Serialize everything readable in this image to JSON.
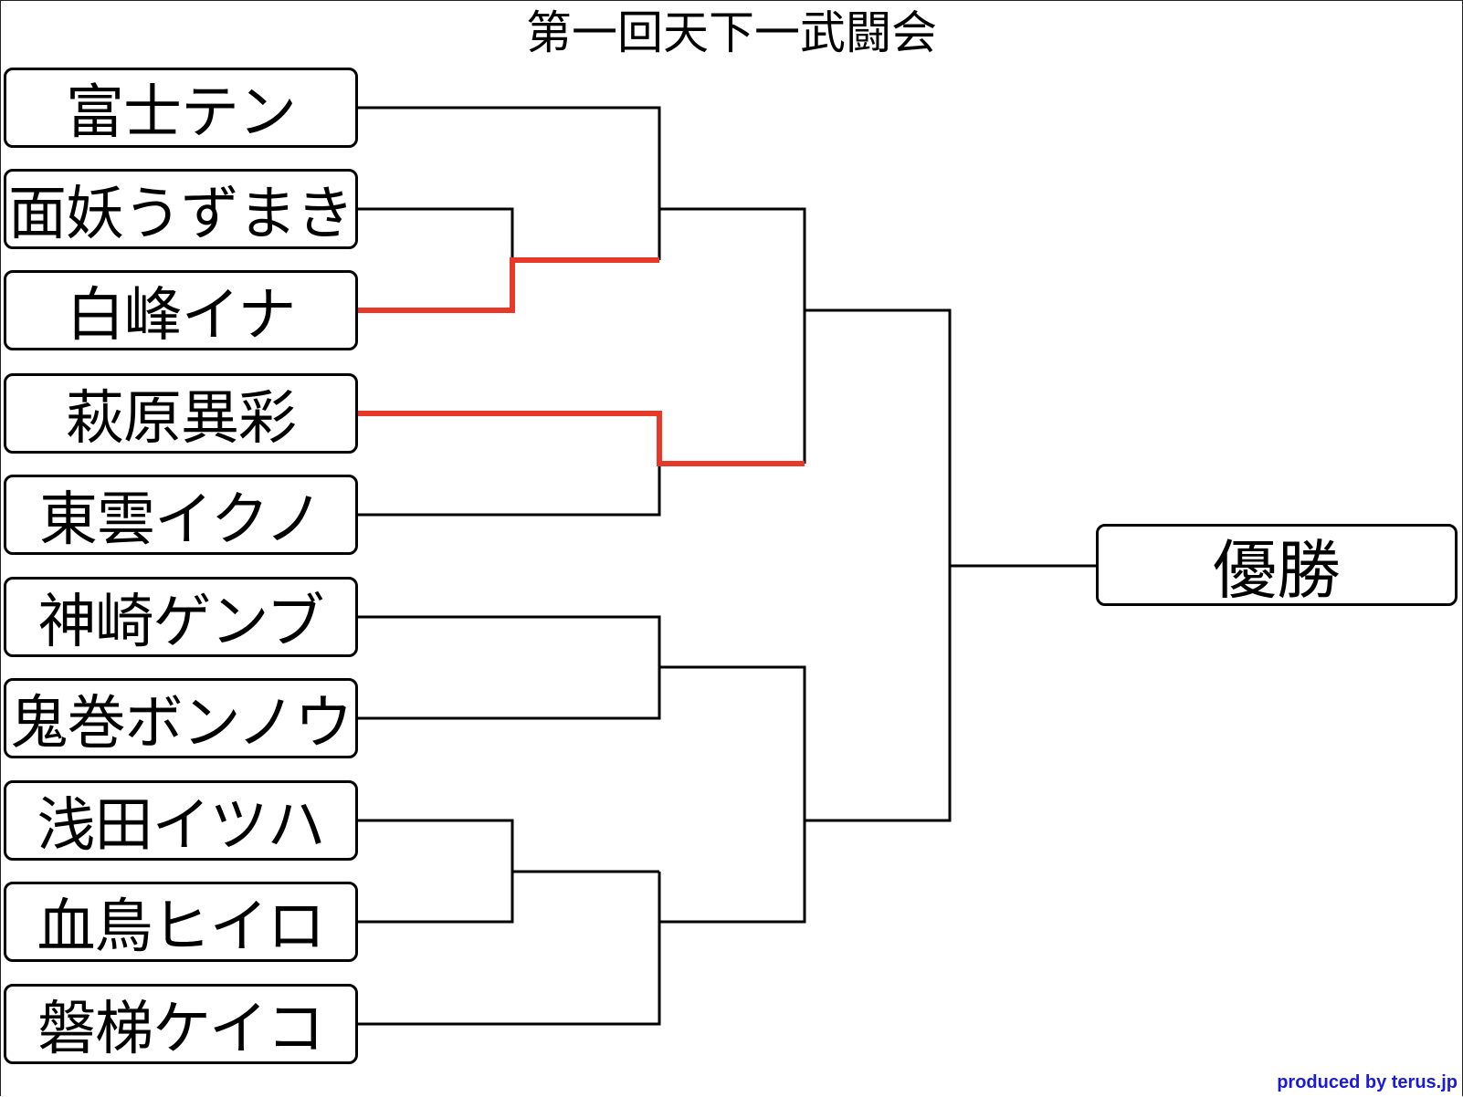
{
  "title": "第一回天下一武闘会",
  "entrants": [
    "富士テン",
    "面妖うずまき",
    "白峰イナ",
    "萩原異彩",
    "東雲イクノ",
    "神崎ゲンブ",
    "鬼巻ボンノウ",
    "浅田イツハ",
    "血鳥ヒイロ",
    "磐梯ケイコ"
  ],
  "champion_label": "優勝",
  "credit": "produced by terus.jp",
  "colors": {
    "line": "#000000",
    "winner_path": "#e8382a",
    "credit": "#1a1adc"
  }
}
